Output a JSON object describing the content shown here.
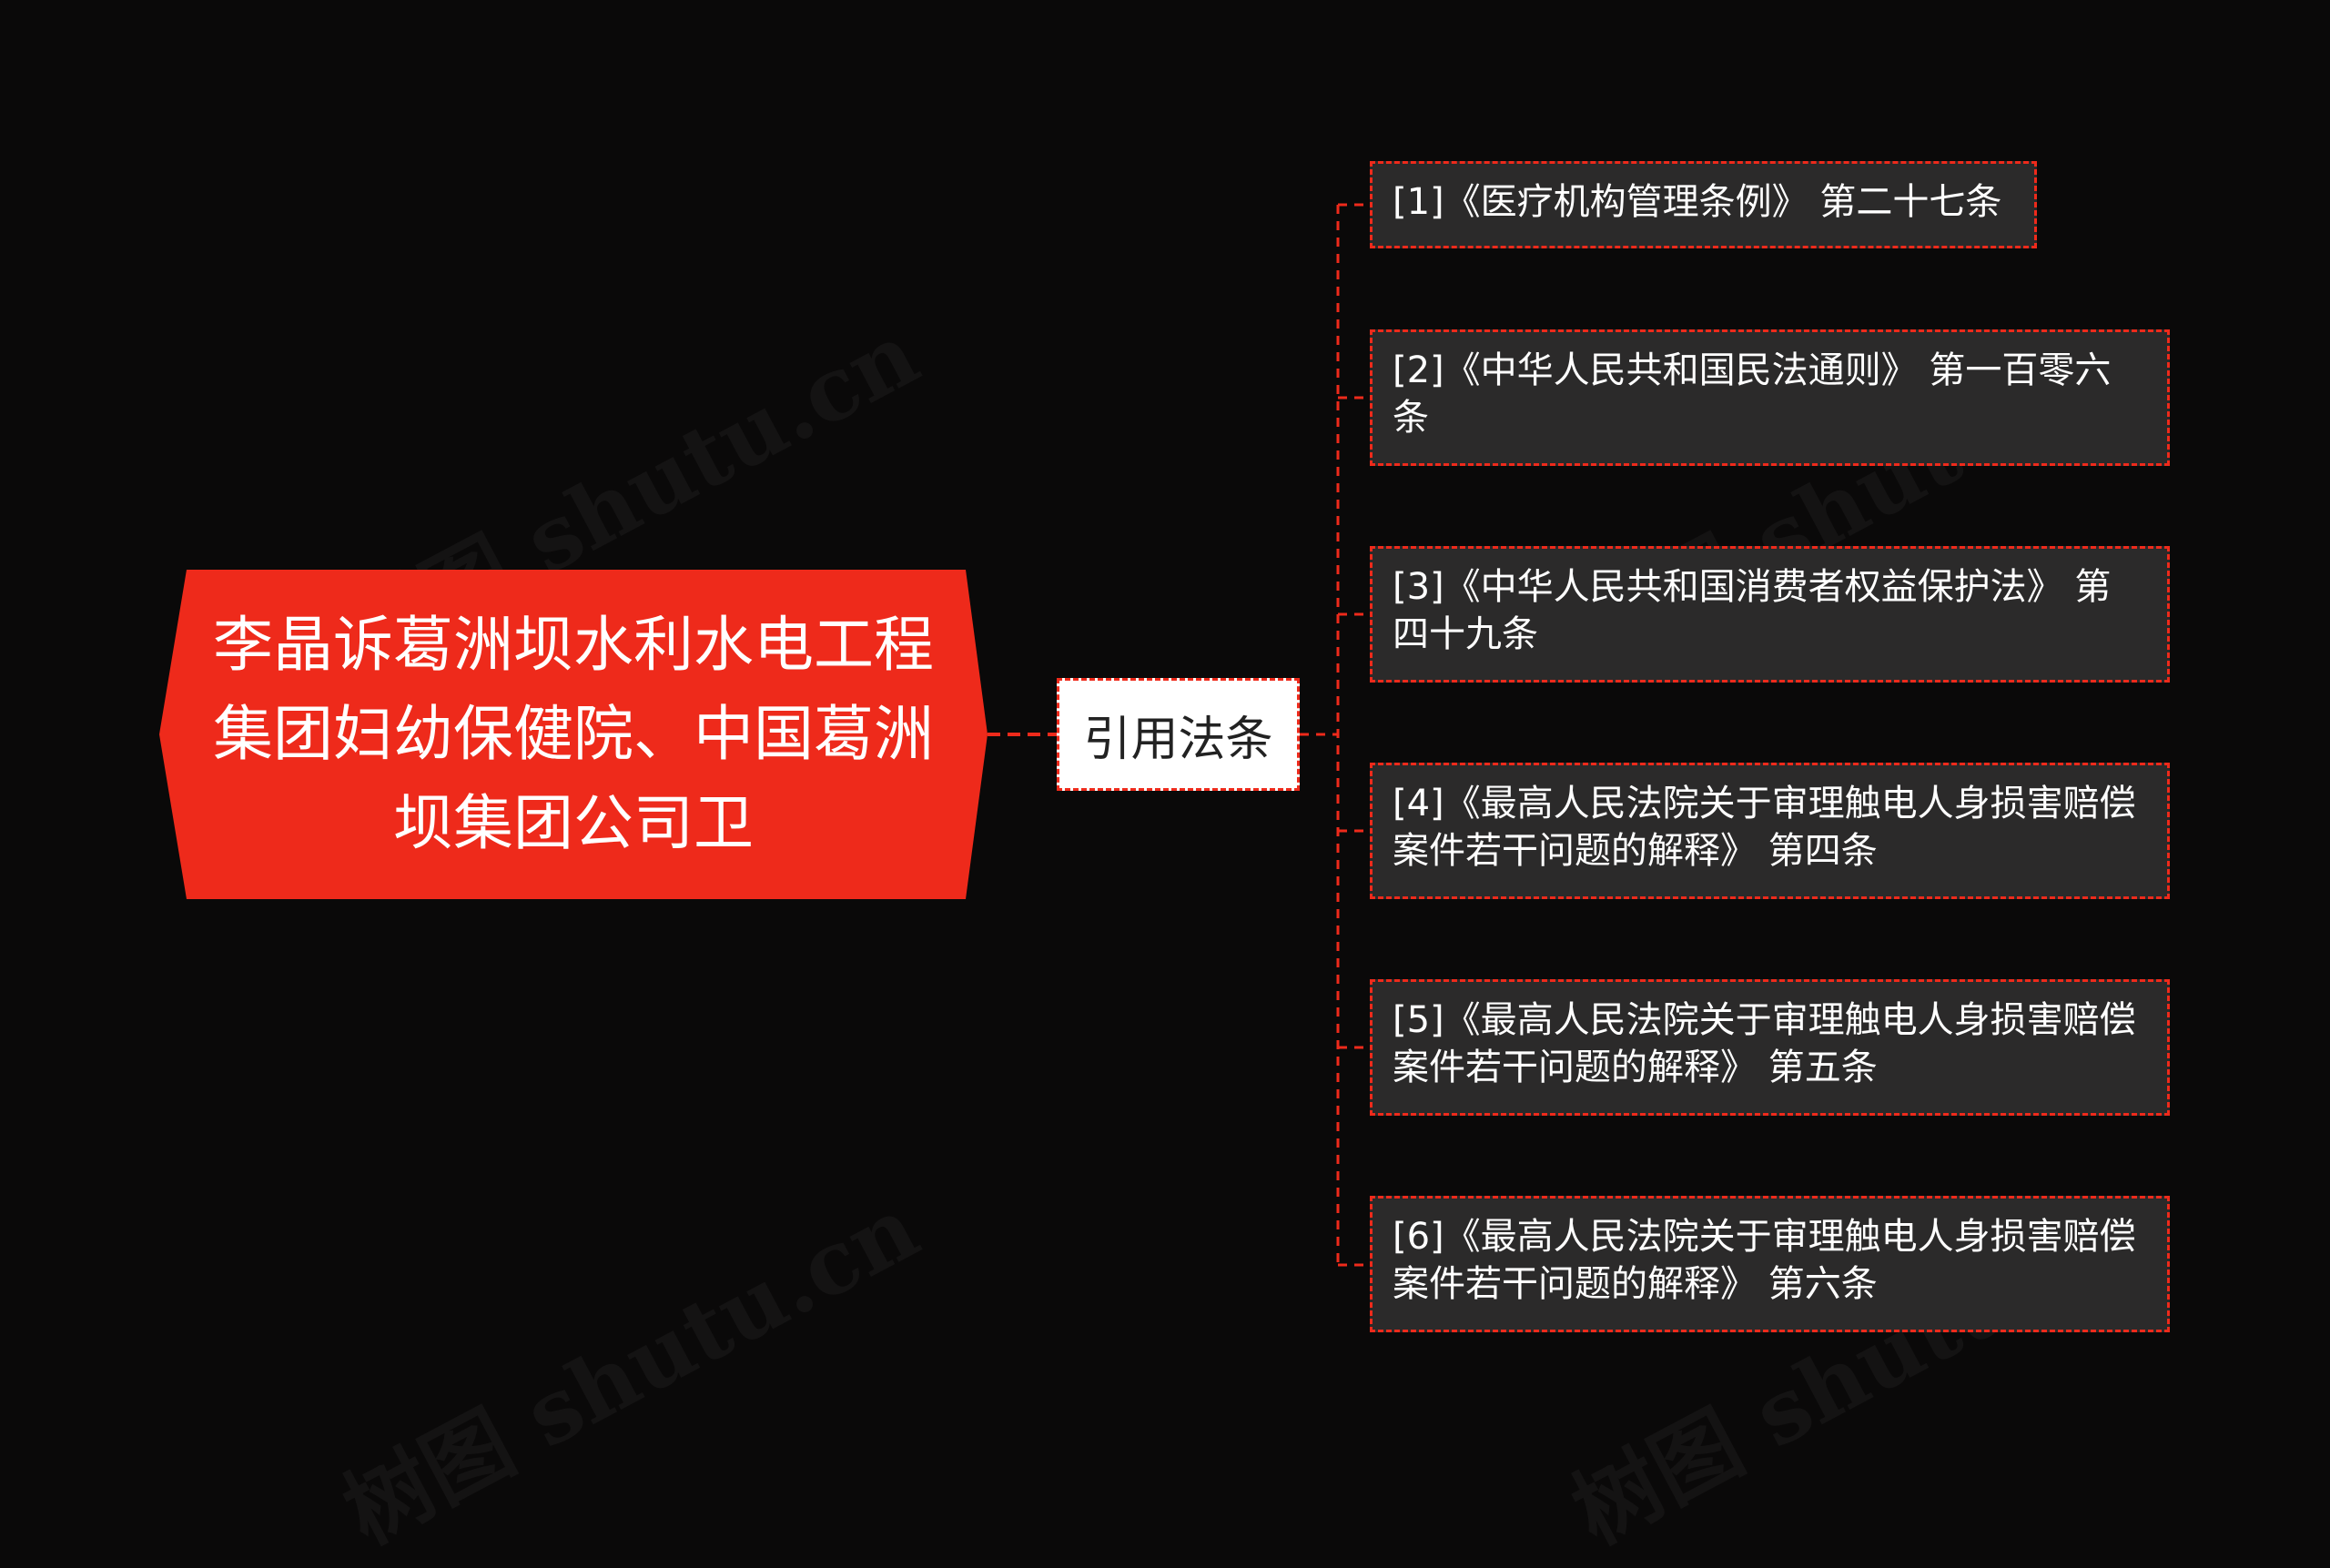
{
  "watermark": {
    "text": "树图 shutu.cn"
  },
  "colors": {
    "background": "#0a0909",
    "accent": "#ee2a1b",
    "leaf_fill": "#2b2a2a",
    "branch_fill": "#ffffff"
  },
  "root": {
    "label": "李晶诉葛洲坝水利水电工程集团妇幼保健院、中国葛洲坝集团公司卫"
  },
  "branch": {
    "label": "引用法条"
  },
  "leaves": [
    {
      "label": "[1]《医疗机构管理条例》 第二十七条"
    },
    {
      "label": "[2]《中华人民共和国民法通则》 第一百零六条"
    },
    {
      "label": "[3]《中华人民共和国消费者权益保护法》 第四十九条"
    },
    {
      "label": "[4]《最高人民法院关于审理触电人身损害赔偿案件若干问题的解释》 第四条"
    },
    {
      "label": "[5]《最高人民法院关于审理触电人身损害赔偿案件若干问题的解释》 第五条"
    },
    {
      "label": "[6]《最高人民法院关于审理触电人身损害赔偿案件若干问题的解释》 第六条"
    }
  ]
}
